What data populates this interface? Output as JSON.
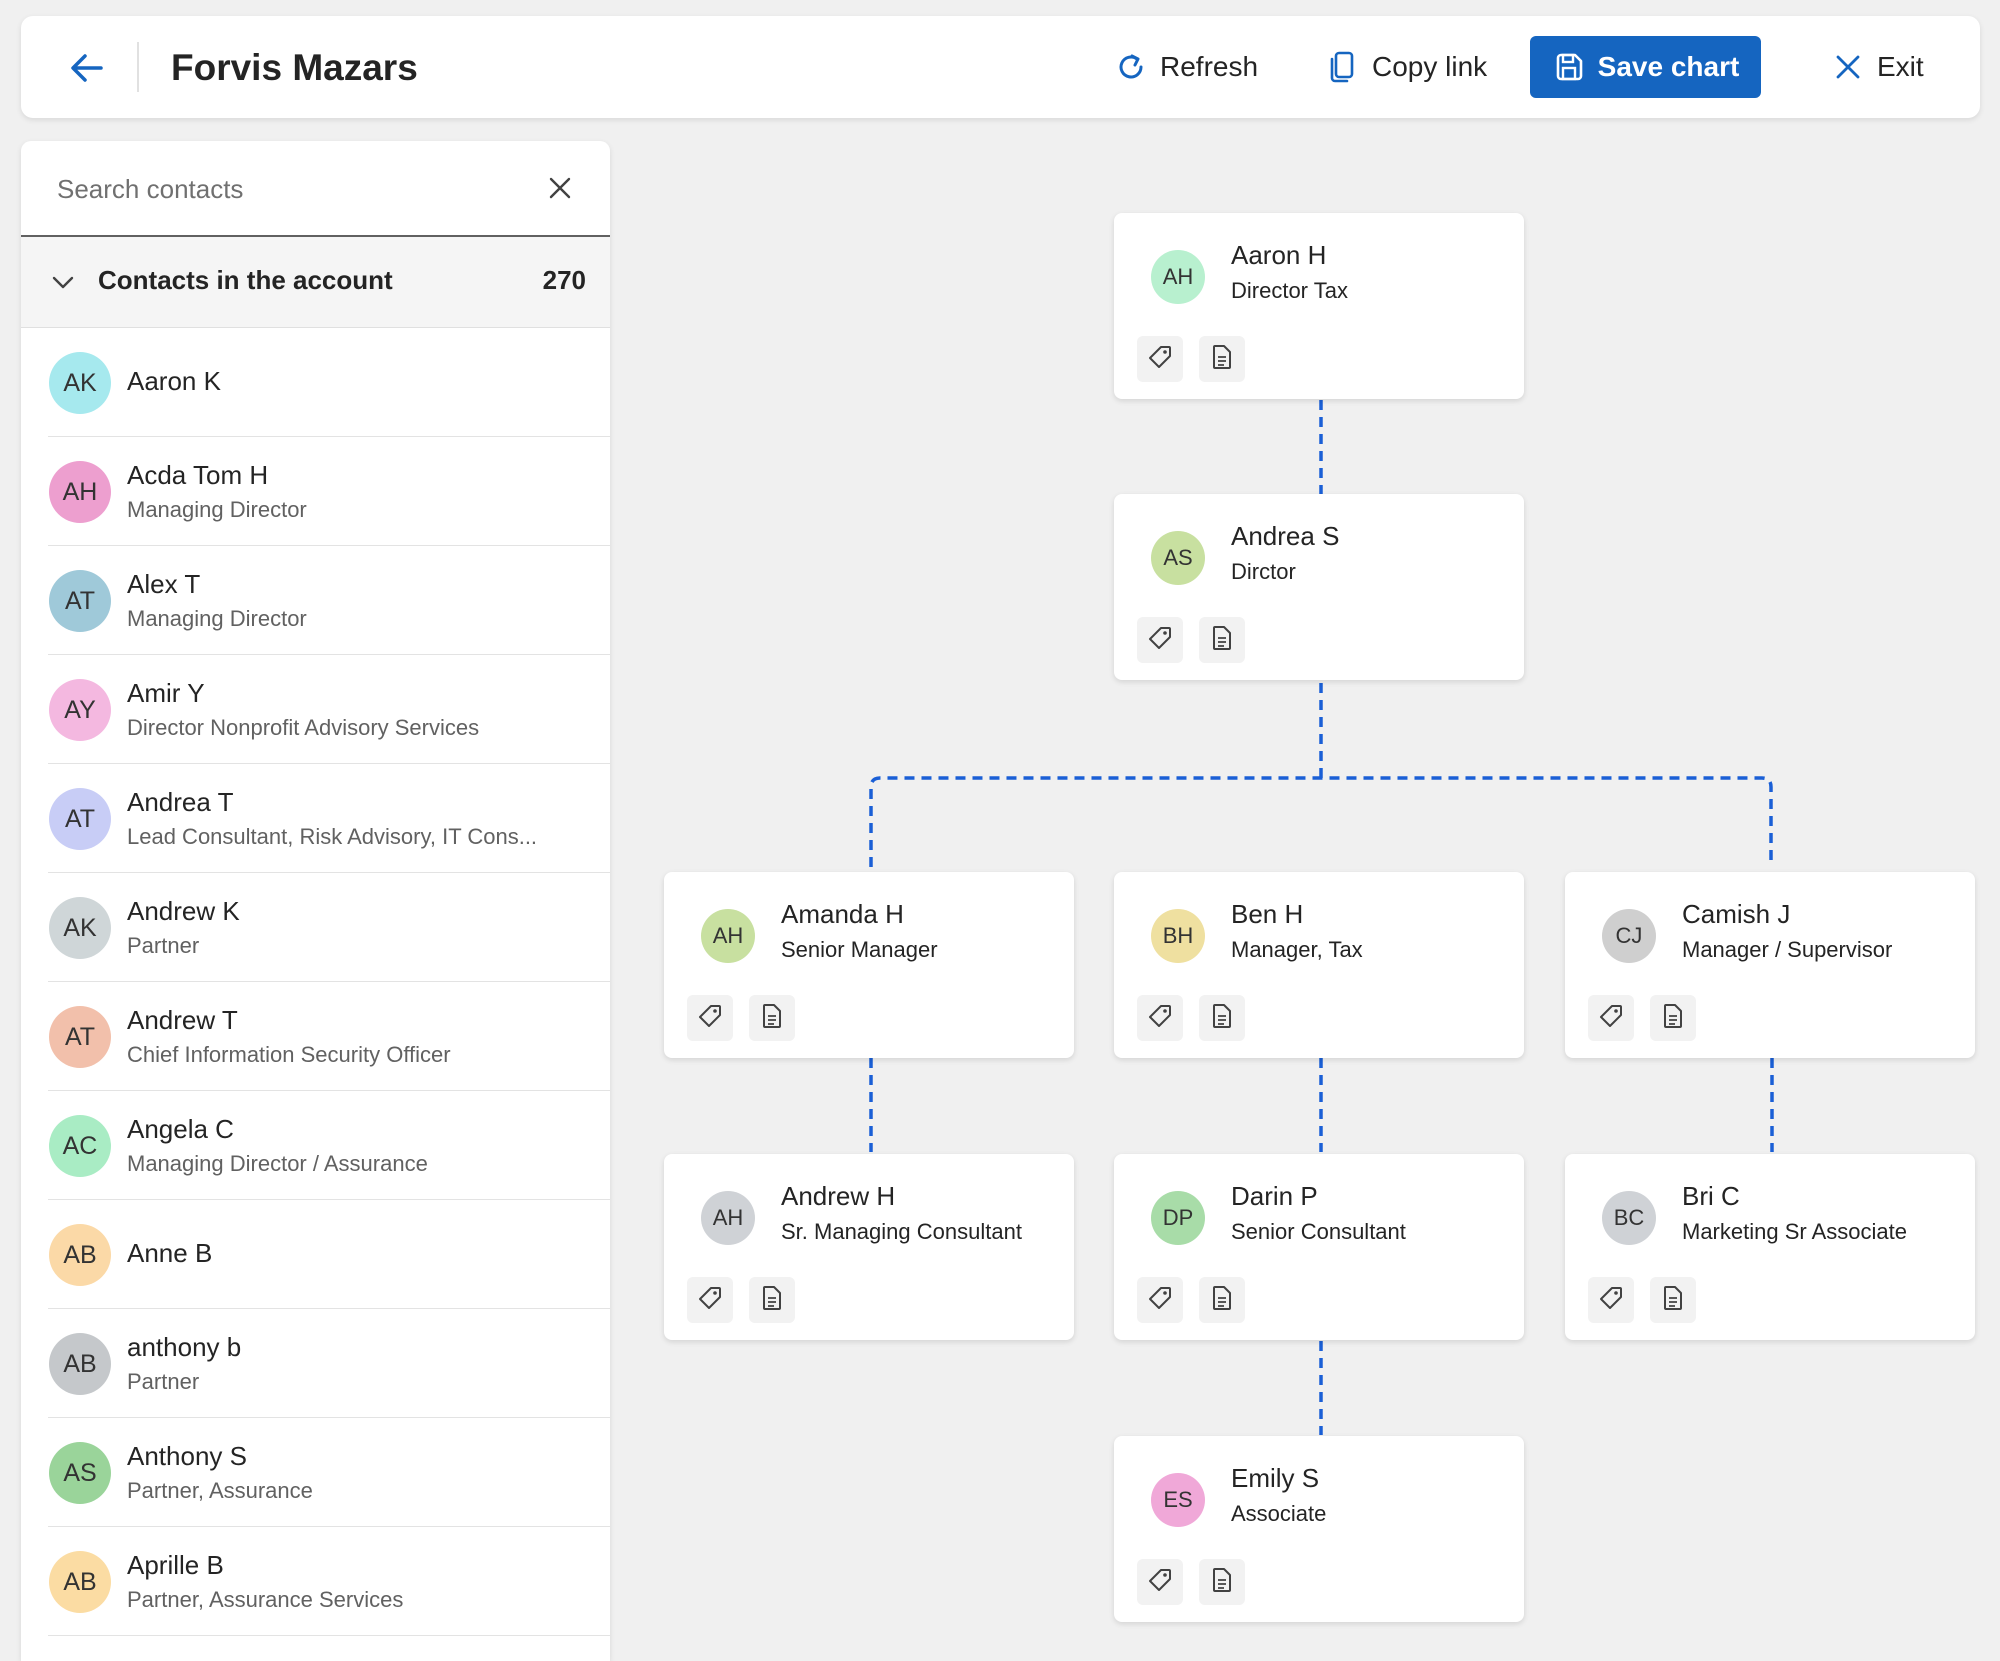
{
  "header": {
    "title": "Forvis Mazars",
    "refresh_label": "Refresh",
    "copy_link_label": "Copy link",
    "save_label": "Save chart",
    "exit_label": "Exit"
  },
  "colors": {
    "accent": "#1565c0",
    "connector": "#1a5fd6"
  },
  "sidebar": {
    "search_placeholder": "Search contacts",
    "group_label": "Contacts in the account",
    "group_count": "270",
    "contacts": [
      {
        "initials": "AK",
        "name": "Aaron K",
        "title": "",
        "color": "#a6e9ee"
      },
      {
        "initials": "AH",
        "name": "Acda Tom H",
        "title": "Managing Director",
        "color": "#ed9fcf"
      },
      {
        "initials": "AT",
        "name": "Alex T",
        "title": "Managing Director",
        "color": "#9fc9d9"
      },
      {
        "initials": "AY",
        "name": "Amir Y",
        "title": "Director Nonprofit Advisory Services",
        "color": "#f4b8e0"
      },
      {
        "initials": "AT",
        "name": "Andrea T",
        "title": "Lead Consultant, Risk Advisory, IT Cons...",
        "color": "#c8cdf6"
      },
      {
        "initials": "AK",
        "name": "Andrew K",
        "title": "Partner",
        "color": "#cfd6d8"
      },
      {
        "initials": "AT",
        "name": "Andrew T",
        "title": "Chief Information Security Officer",
        "color": "#f2c0ab"
      },
      {
        "initials": "AC",
        "name": "Angela C",
        "title": "Managing Director / Assurance",
        "color": "#a9ecc4"
      },
      {
        "initials": "AB",
        "name": "Anne B",
        "title": "",
        "color": "#fbd9a7"
      },
      {
        "initials": "AB",
        "name": "anthony b",
        "title": "Partner",
        "color": "#c5c8cb"
      },
      {
        "initials": "AS",
        "name": "Anthony S",
        "title": "Partner, Assurance",
        "color": "#9ad49a"
      },
      {
        "initials": "AB",
        "name": "Aprille B",
        "title": "Partner, Assurance Services",
        "color": "#fbdca3"
      }
    ]
  },
  "org": {
    "nodes": [
      {
        "id": "aaron",
        "initials": "AH",
        "name": "Aaron H",
        "title": "Director Tax",
        "color": "#b8f0cf"
      },
      {
        "id": "andrea",
        "initials": "AS",
        "name": "Andrea S",
        "title": "Dirctor",
        "color": "#c8e0a0"
      },
      {
        "id": "amanda",
        "initials": "AH",
        "name": "Amanda H",
        "title": "Senior Manager",
        "color": "#c8e0a0"
      },
      {
        "id": "ben",
        "initials": "BH",
        "name": "Ben H",
        "title": "Manager, Tax",
        "color": "#efe0a0"
      },
      {
        "id": "camish",
        "initials": "CJ",
        "name": "Camish J",
        "title": "Manager / Supervisor",
        "color": "#cfcfcf"
      },
      {
        "id": "andrewh",
        "initials": "AH",
        "name": "Andrew H",
        "title": "Sr. Managing Consultant",
        "color": "#cfd2d6"
      },
      {
        "id": "darin",
        "initials": "DP",
        "name": "Darin P",
        "title": "Senior Consultant",
        "color": "#a8dca8"
      },
      {
        "id": "bri",
        "initials": "BC",
        "name": "Bri C",
        "title": "Marketing Sr Associate",
        "color": "#cfd2d6"
      },
      {
        "id": "emily",
        "initials": "ES",
        "name": "Emily S",
        "title": "Associate",
        "color": "#f0a8d8"
      }
    ]
  }
}
